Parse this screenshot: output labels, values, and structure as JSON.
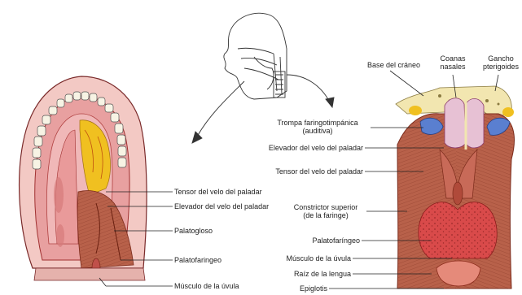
{
  "labels": {
    "left": {
      "tensor": "Tensor del velo del paladar",
      "elevador": "Elevador del velo del paladar",
      "palatogloso": "Palatogloso",
      "palatofaringeo": "Palatofaringeo",
      "uvula": "Músculo de la úvula"
    },
    "right": {
      "base_craneo": "Base del cráneo",
      "coanas_1": "Coanas",
      "coanas_2": "nasales",
      "gancho_1": "Gancho",
      "gancho_2": "pterigoides",
      "trompa_1": "Trompa faringotimpánica",
      "trompa_2": "(auditiva)",
      "elevador": "Elevador del velo del paladar",
      "tensor": "Tensor del velo del paladar",
      "constrictor_1": "Constrictor superior",
      "constrictor_2": "(de la faringe)",
      "palatofaringeo": "Palatofaríngeo",
      "uvula": "Músculo de la úvula",
      "raiz": "Raíz de la lengua",
      "epiglotis": "Epiglotis"
    }
  },
  "colors": {
    "muscle": "#b8614a",
    "muscle_dark": "#8a3a2a",
    "mucosa": "#e8a0a0",
    "bone": "#f2e6b0",
    "tooth": "#f7f3e4",
    "tube": "#5a7fd0",
    "fat": "#f0c020",
    "tongue": "#d94a4a",
    "line": "#222222"
  }
}
